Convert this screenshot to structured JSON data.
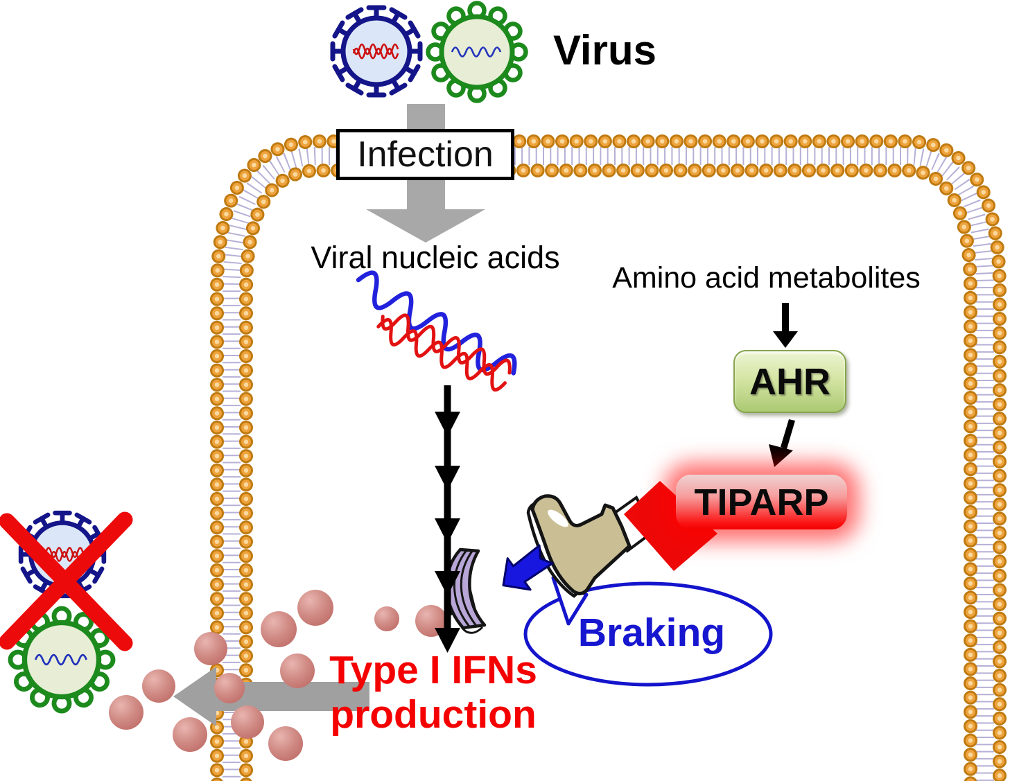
{
  "labels": {
    "virus": "Virus",
    "infection": "Infection",
    "viral_nucleic_acids": "Viral nucleic acids",
    "amino_acid_metabolites": "Amino acid metabolites",
    "ahr": "AHR",
    "tiparp": "TIPARP",
    "braking": "Braking",
    "type_i_ifns_line1": "Type I IFNs",
    "type_i_ifns_line2": "production"
  },
  "colors": {
    "background": "#ffffff",
    "membrane_bead": "#e3a03a",
    "membrane_bead_dark": "#bf7a10",
    "lipid_tail": "#a9a2cf",
    "gray_arrow": "#a8a8a8",
    "black_arrow": "#000000",
    "virus_blue_outline": "#15158a",
    "virus_blue_fill": "#dbe7f8",
    "virus_green_outline": "#1c8a1c",
    "virus_green_fill": "#e8eed6",
    "nucleic_acid_red": "#e31212",
    "nucleic_acid_blue": "#2222dd",
    "ahr_gradient_top": "#ecf4d2",
    "ahr_gradient_bottom": "#abc973",
    "tiparp_gradient_top": "#eed2d2",
    "tiparp_gradient_bottom": "#f30000",
    "tiparp_glow": "#ff0000",
    "braking_blue": "#1717d0",
    "bubble_outline": "#1414cc",
    "force_arrow_blue": "#1717e0",
    "pedal_purple": "#b7a6d6",
    "boot_tan": "#cabe94",
    "leg_red": "#ee0808",
    "ifn_dot": "#cf8680",
    "ifn_text_red": "#f40000",
    "blocked_x_red": "#ed0a0a"
  },
  "icons": [
    {
      "name": "virus-blue-icon",
      "meaning": "enveloped virus with spikes and red RNA genome"
    },
    {
      "name": "virus-green-icon",
      "meaning": "enveloped virus with knobbed spikes and blue RNA genome"
    },
    {
      "name": "cell-membrane",
      "meaning": "lipid bilayer of beads and tails outlining the cell"
    },
    {
      "name": "infection-arrow",
      "meaning": "gray downward arrow for virus entry"
    },
    {
      "name": "viral-rna-blue-icon",
      "meaning": "blue wavy nucleic acid strand"
    },
    {
      "name": "viral-rna-red-icon",
      "meaning": "red helical nucleic acid strand"
    },
    {
      "name": "signal-arrow-chain",
      "meaning": "black multi-arrow signaling cascade"
    },
    {
      "name": "brake-pedal-icon",
      "meaning": "purple brake pedal"
    },
    {
      "name": "foot-icon",
      "meaning": "tan boot pressing the brake pedal"
    },
    {
      "name": "leg-icon",
      "meaning": "red leg connecting TIPARP to the foot"
    },
    {
      "name": "force-arrow-icon",
      "meaning": "blue arrow of braking force"
    },
    {
      "name": "braking-bubble",
      "meaning": "blue speech bubble ellipse"
    },
    {
      "name": "ifn-dot",
      "meaning": "secreted type I interferon molecule"
    },
    {
      "name": "secretion-arrow",
      "meaning": "gray arrow of IFN secretion across membrane"
    },
    {
      "name": "blocked-x-icon",
      "meaning": "red X over viruses meaning blocked infection"
    }
  ]
}
